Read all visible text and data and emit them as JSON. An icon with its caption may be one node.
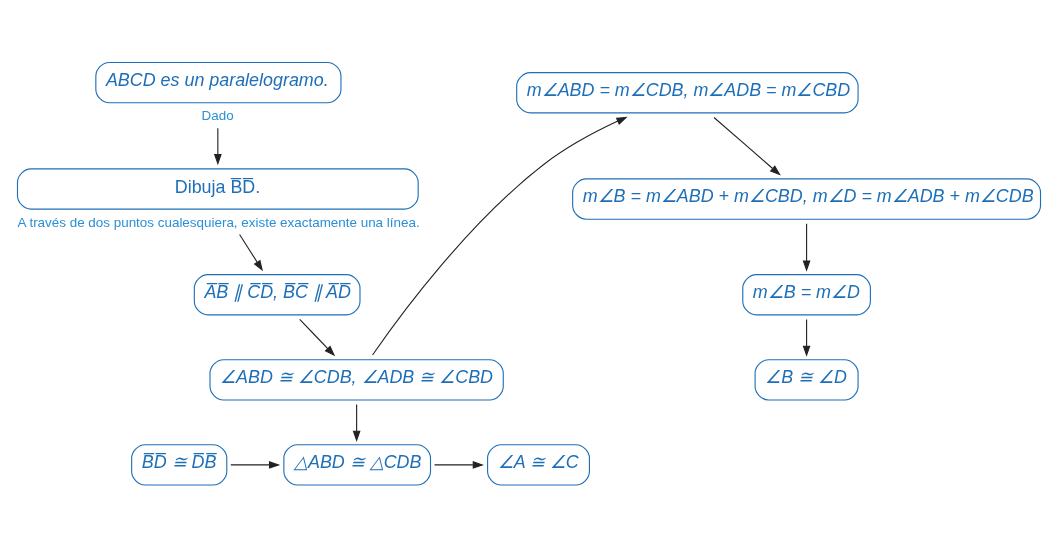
{
  "diagram": {
    "nodes": [
      {
        "text": [
          "ABCD es un paralelogramo."
        ],
        "beside": [
          "Dado"
        ]
      },
      {
        "text": [
          "Dibuja B̅D̅."
        ],
        "beside": [
          "A través de dos puntos cualesquiera, existe exactamente una línea."
        ]
      },
      {
        "text": [
          "A̅B̅ ∥ C̅D̅, B̅C̅ ∥ A̅D̅"
        ]
      },
      {
        "text": [
          "∠ABD ≅ ∠CDB, ∠ADB ≅ ∠CBD"
        ]
      },
      {
        "text": [
          "B̅D̅ ≅ D̅B̅"
        ]
      },
      {
        "text": [
          "m∠ABD = m∠CDB, m∠ADB = m∠CBD"
        ]
      },
      {
        "text": [
          "m∠B = m∠ABD + m∠CBD, m∠D = m∠ADB + m∠CDB"
        ]
      },
      {
        "text": [
          "m∠B = m∠D"
        ]
      },
      {
        "text": [
          "∠B ≅ ∠D"
        ]
      },
      {
        "text": [
          "△ABD ≅ △CDB"
        ]
      },
      {
        "text": [
          "∠A ≅ ∠C"
        ]
      }
    ],
    "edges": [
      {
        "from": 0,
        "to": 1,
        "arrow": "to"
      },
      {
        "from": 1,
        "to": 2,
        "arrow": "to"
      },
      {
        "from": 2,
        "to": 3,
        "arrow": "to"
      },
      {
        "from": 3,
        "to": 5,
        "arrow": "to"
      },
      {
        "from": 3,
        "to": 9,
        "arrow": "to"
      },
      {
        "from": 4,
        "to": 9,
        "arrow": "to"
      },
      {
        "from": 5,
        "to": 6,
        "arrow": "to"
      },
      {
        "from": 6,
        "to": 7,
        "arrow": "to"
      },
      {
        "from": 7,
        "to": 8,
        "arrow": "to"
      },
      {
        "from": 9,
        "to": 10,
        "arrow": "to"
      }
    ]
  }
}
